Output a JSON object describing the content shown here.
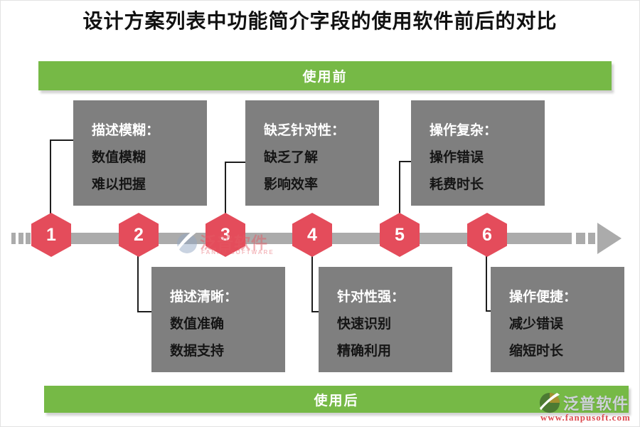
{
  "title": "设计方案列表中功能简介字段的使用软件前后的对比",
  "banner_before": "使用前",
  "banner_after": "使用后",
  "steps": [
    {
      "number": "1",
      "position": "top",
      "heading": "描述模糊：",
      "lines": [
        "数值模糊",
        "难以把握"
      ]
    },
    {
      "number": "2",
      "position": "bottom",
      "heading": "描述清晰：",
      "lines": [
        "数值准确",
        "数据支持"
      ]
    },
    {
      "number": "3",
      "position": "top",
      "heading": "缺乏针对性：",
      "lines": [
        "缺乏了解",
        "影响效率"
      ]
    },
    {
      "number": "4",
      "position": "bottom",
      "heading": "针对性强：",
      "lines": [
        "快速识别",
        "精确利用"
      ]
    },
    {
      "number": "5",
      "position": "top",
      "heading": "操作复杂：",
      "lines": [
        "操作错误",
        "耗费时长"
      ]
    },
    {
      "number": "6",
      "position": "bottom",
      "heading": "操作便捷：",
      "lines": [
        "减少错误",
        "缩短时长"
      ]
    }
  ],
  "watermark": {
    "brand": "泛普软件",
    "brand_en": "FANPU SOFTWARE"
  },
  "footer_logo": {
    "brand": "泛普软件",
    "url": "www.fanpusoft.com"
  },
  "colors": {
    "banner_green": "#76B946",
    "card_gray": "#7F7F7F",
    "timeline_gray": "#ABABAB",
    "hexagon_red": "#E44C5B",
    "connector_black": "#1E1E1E"
  }
}
